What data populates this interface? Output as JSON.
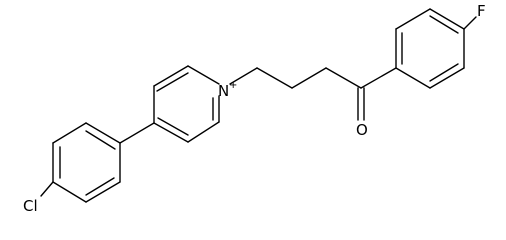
{
  "molecule": {
    "atoms": {
      "nitrogen": "N",
      "nitrogen_charge": "+",
      "oxygen": "O",
      "fluorine": "F",
      "chlorine": "Cl"
    }
  }
}
